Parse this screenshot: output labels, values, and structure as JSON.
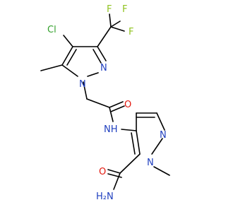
{
  "molecule": {
    "atoms": {
      "cl": {
        "text": "Cl",
        "color": "#33a02c"
      },
      "f_top_left": {
        "text": "F",
        "color": "#8fc31f"
      },
      "f_top_right": {
        "text": "F",
        "color": "#8fc31f"
      },
      "f_right": {
        "text": "F",
        "color": "#8fc31f"
      },
      "n_upper_ring_1": {
        "text": "N",
        "color": "#1f3fbf"
      },
      "n_upper_ring_2": {
        "text": "N",
        "color": "#1f3fbf"
      },
      "o_amide": {
        "text": "O",
        "color": "#e3170d"
      },
      "nh_amide": {
        "text": "NH",
        "color": "#1f3fbf"
      },
      "n_lower_ring_1": {
        "text": "N",
        "color": "#1f3fbf"
      },
      "n_lower_ring_2": {
        "text": "N",
        "color": "#1f3fbf"
      },
      "o_carboxamide": {
        "text": "O",
        "color": "#e3170d"
      },
      "nh2": {
        "text": "H₂N",
        "color": "#1f3fbf"
      }
    }
  }
}
